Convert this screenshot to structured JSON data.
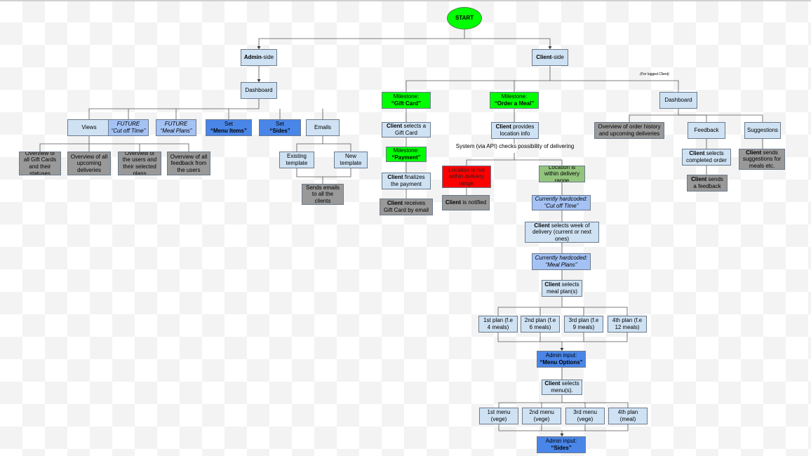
{
  "diagram": {
    "nodes": [
      {
        "id": "start",
        "style": "start",
        "parts": [
          {
            "t": "START"
          }
        ]
      },
      {
        "id": "admin",
        "style": "light",
        "parts": [
          {
            "t": "Admin",
            "b": true
          },
          {
            "t": "-side"
          }
        ]
      },
      {
        "id": "client",
        "style": "light",
        "parts": [
          {
            "t": "Client",
            "b": true
          },
          {
            "t": "-side"
          }
        ]
      },
      {
        "id": "dashA",
        "style": "light",
        "parts": [
          {
            "t": "Dashboard"
          }
        ]
      },
      {
        "id": "views",
        "style": "light",
        "parts": [
          {
            "t": "Views"
          }
        ]
      },
      {
        "id": "futCut",
        "style": "mid",
        "parts": [
          {
            "t": "FUTURE"
          },
          {
            "br": true
          },
          {
            "t": "“Cut off Time”"
          }
        ]
      },
      {
        "id": "futMeal",
        "style": "mid",
        "parts": [
          {
            "t": "FUTURE"
          },
          {
            "br": true
          },
          {
            "t": "“Meal Plans”"
          }
        ]
      },
      {
        "id": "setMenu",
        "style": "blue",
        "parts": [
          {
            "t": "Set"
          },
          {
            "br": true
          },
          {
            "t": "“Menu Items”",
            "b": true
          }
        ]
      },
      {
        "id": "setSides",
        "style": "blue",
        "parts": [
          {
            "t": "Set"
          },
          {
            "br": true
          },
          {
            "t": "“Sides”",
            "b": true
          }
        ]
      },
      {
        "id": "emails",
        "style": "light",
        "parts": [
          {
            "t": "Emails"
          }
        ]
      },
      {
        "id": "ov1",
        "style": "gray",
        "parts": [
          {
            "t": "Overview of all Gift Cards and their statuses"
          }
        ]
      },
      {
        "id": "ov2",
        "style": "gray",
        "parts": [
          {
            "t": "Overview of all upcoming deliveries"
          }
        ]
      },
      {
        "id": "ov3",
        "style": "gray",
        "parts": [
          {
            "t": "Overview of the users and their selected plans"
          }
        ]
      },
      {
        "id": "ov4",
        "style": "gray",
        "parts": [
          {
            "t": "Overview of all feedback from the users"
          }
        ]
      },
      {
        "id": "existTpl",
        "style": "light",
        "parts": [
          {
            "t": "Existing template"
          }
        ]
      },
      {
        "id": "newTpl",
        "style": "light",
        "parts": [
          {
            "t": "New template"
          }
        ]
      },
      {
        "id": "sendEmails",
        "style": "gray",
        "parts": [
          {
            "t": "Sends emails to all the clients"
          }
        ]
      },
      {
        "id": "msGift",
        "style": "green",
        "parts": [
          {
            "t": "Milestone:"
          },
          {
            "br": true
          },
          {
            "t": "“Gift Card”",
            "b": true
          }
        ]
      },
      {
        "id": "msOrder",
        "style": "green",
        "parts": [
          {
            "t": "Milestone:"
          },
          {
            "br": true
          },
          {
            "t": "“Order a Meal”",
            "b": true
          }
        ]
      },
      {
        "id": "dashC",
        "style": "light",
        "parts": [
          {
            "t": "Dashboard"
          }
        ]
      },
      {
        "id": "loggedNote",
        "style": "plain small",
        "parts": [
          {
            "t": "(For logged Client)"
          }
        ]
      },
      {
        "id": "selGift",
        "style": "light",
        "parts": [
          {
            "t": "Client",
            "b": true
          },
          {
            "t": " selects a Gift Card"
          }
        ]
      },
      {
        "id": "msPay",
        "style": "green",
        "parts": [
          {
            "t": "Milestone:"
          },
          {
            "br": true
          },
          {
            "t": "“Payment”",
            "b": true
          }
        ]
      },
      {
        "id": "finPay",
        "style": "light",
        "parts": [
          {
            "t": "Client",
            "b": true
          },
          {
            "t": " finalizes the payment"
          }
        ]
      },
      {
        "id": "recGift",
        "style": "gray",
        "parts": [
          {
            "t": "Client",
            "b": true
          },
          {
            "t": " receives Gift Card by email"
          }
        ]
      },
      {
        "id": "provLoc",
        "style": "light",
        "parts": [
          {
            "t": "Client",
            "b": true
          },
          {
            "t": "  provides location info"
          }
        ]
      },
      {
        "id": "sysCheck",
        "style": "plain",
        "parts": [
          {
            "t": "System (via API) checks possibility of delivering"
          }
        ]
      },
      {
        "id": "locNot",
        "style": "red",
        "parts": [
          {
            "t": "Location is not within delivery range"
          }
        ]
      },
      {
        "id": "locWithin",
        "style": "sgreen",
        "parts": [
          {
            "t": "Location is within delivery range"
          }
        ]
      },
      {
        "id": "notified",
        "style": "gray",
        "parts": [
          {
            "t": "Client",
            "b": true
          },
          {
            "t": "  is notified"
          }
        ]
      },
      {
        "id": "hcCut",
        "style": "mid",
        "parts": [
          {
            "t": "Currently hardcoded:"
          },
          {
            "br": true
          },
          {
            "t": "“Cut off Time”"
          }
        ]
      },
      {
        "id": "selWeek",
        "style": "light",
        "parts": [
          {
            "t": "Client",
            "b": true
          },
          {
            "t": " selects week of delivery (current or next ones)"
          }
        ]
      },
      {
        "id": "hcMeal",
        "style": "mid",
        "parts": [
          {
            "t": "Currently hardcoded:"
          },
          {
            "br": true
          },
          {
            "t": "“Meal Plans”"
          }
        ]
      },
      {
        "id": "selPlan",
        "style": "light",
        "parts": [
          {
            "t": "Client",
            "b": true
          },
          {
            "t": " selects meal plan(s)"
          }
        ]
      },
      {
        "id": "plan1",
        "style": "light",
        "parts": [
          {
            "t": "1st plan (f.e 4 meals)"
          }
        ]
      },
      {
        "id": "plan2",
        "style": "light",
        "parts": [
          {
            "t": "2nd plan (f.e 6 meals)"
          }
        ]
      },
      {
        "id": "plan3",
        "style": "light",
        "parts": [
          {
            "t": "3rd plan (f.e 9 meals)"
          }
        ]
      },
      {
        "id": "plan4",
        "style": "light",
        "parts": [
          {
            "t": "4th plan (f.e 12 meals)"
          }
        ]
      },
      {
        "id": "inMenu",
        "style": "blue",
        "parts": [
          {
            "t": "Admin input:"
          },
          {
            "br": true
          },
          {
            "t": "“Menu Options”",
            "b": true
          }
        ]
      },
      {
        "id": "selMenus",
        "style": "light",
        "parts": [
          {
            "t": "Client",
            "b": true
          },
          {
            "t": " selects menu(s)."
          }
        ]
      },
      {
        "id": "menu1",
        "style": "light",
        "parts": [
          {
            "t": "1st menu (vege)"
          }
        ]
      },
      {
        "id": "menu2",
        "style": "light",
        "parts": [
          {
            "t": "2nd menu (vege)"
          }
        ]
      },
      {
        "id": "menu3",
        "style": "light",
        "parts": [
          {
            "t": "3rd menu (vege)"
          }
        ]
      },
      {
        "id": "menu4",
        "style": "light",
        "parts": [
          {
            "t": "4th plan (meal)"
          }
        ]
      },
      {
        "id": "inSides",
        "style": "blue",
        "parts": [
          {
            "t": "Admin input:"
          },
          {
            "br": true
          },
          {
            "t": "“Sides”",
            "b": true
          }
        ]
      },
      {
        "id": "ovHist",
        "style": "gray",
        "parts": [
          {
            "t": "Overview of order history and upcoming deliveries"
          }
        ]
      },
      {
        "id": "feedback",
        "style": "light",
        "parts": [
          {
            "t": "Feedback"
          }
        ]
      },
      {
        "id": "sugg",
        "style": "light",
        "parts": [
          {
            "t": "Suggestions"
          }
        ]
      },
      {
        "id": "selOrder",
        "style": "light",
        "parts": [
          {
            "t": "Client",
            "b": true
          },
          {
            "t": " selects completed order"
          }
        ]
      },
      {
        "id": "sendFb",
        "style": "gray",
        "parts": [
          {
            "t": "Client",
            "b": true
          },
          {
            "t": " sends a feedback"
          }
        ]
      },
      {
        "id": "sendSugg",
        "style": "gray",
        "parts": [
          {
            "t": "Client",
            "b": true
          },
          {
            "t": " sends suggestions for meals etc."
          }
        ]
      }
    ]
  }
}
